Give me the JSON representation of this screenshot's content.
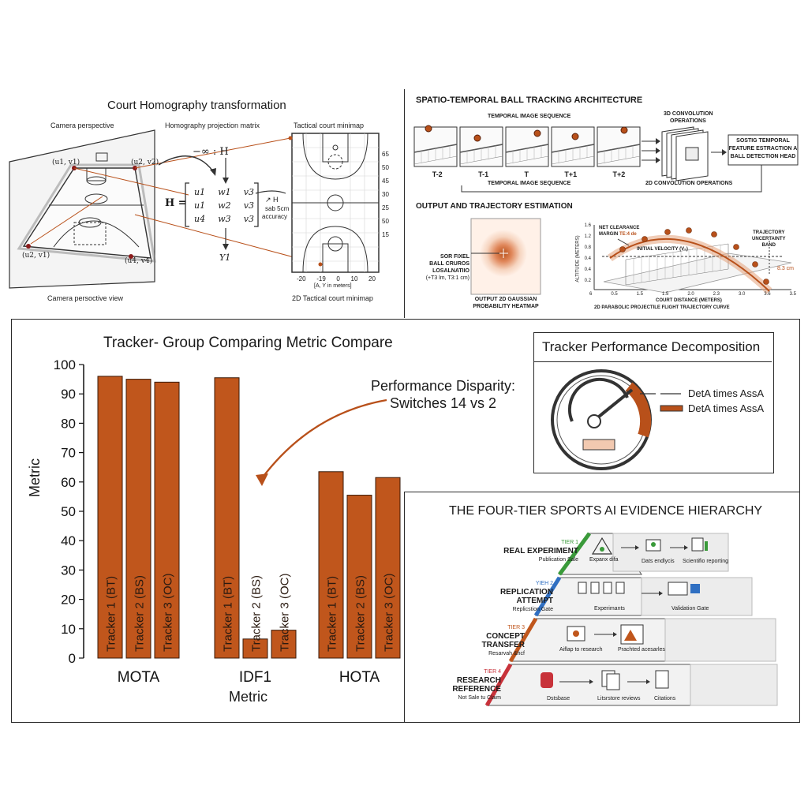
{
  "colors": {
    "accent": "#b8501a",
    "bar": "#c0561c",
    "ink": "#1a1a1a",
    "tier1": "#3a9a3a",
    "tier2": "#2f6fc2",
    "tier3": "#c0561c",
    "tier4": "#c8323a"
  },
  "homography": {
    "title": "Court Homography transformation",
    "camera_label": "Camera perspective",
    "matrix_label": "Homography projection matrix",
    "minimap_label": "Tactical court minimap",
    "pt_tl": "(u1, v1)",
    "pt_tr": "(u2, v2)",
    "pt_bl": "(u2, v1)",
    "pt_br": "(u4, v4)",
    "h_arrow": "−∞ : H",
    "h_eq": "H =",
    "matrix_rows": [
      [
        "u1",
        "w1",
        "v3"
      ],
      [
        "u1",
        "w2",
        "v3"
      ],
      [
        "u4",
        "w3",
        "v3"
      ]
    ],
    "y_label": "Y1",
    "accuracy_h": "↗ H",
    "accuracy_line1": "sab 5cm",
    "accuracy_line2": "accuracy",
    "y_ticks": [
      "65",
      "50",
      "45",
      "30",
      "25",
      "50",
      "15"
    ],
    "x_ticks": [
      "-20",
      "-19",
      "0",
      "10",
      "20"
    ],
    "x_axis_label": "[A, Y in meters]",
    "footer_left": "Camera persoctive view",
    "footer_right": "2D Tactical court minimap"
  },
  "tracking": {
    "title": "SPATIO-TEMPORAL BALL TRACKING ARCHITECTURE",
    "seq_label": "TEMPORAL IMAGE SEQUENCE",
    "frames": [
      "T-2",
      "T-1",
      "T",
      "T+1",
      "T+2"
    ],
    "seq_label_bottom": "TEMPORAL IMAGE SEQUENCE",
    "conv_top": "3D CONVOLUTION",
    "conv_top2": "OPERATIONS",
    "conv_bottom": "2D CONVOLUTION OPERATIONS",
    "head_line1": "SOSTIG TEMPORAL",
    "head_line2": "FEATURE ESTRACTION A",
    "head_line3": "BALL DETECTION HEAD",
    "output_title": "OUTPUT AND TRAJECTORY ESTIMATION",
    "subpixel_line1": "SOR FIXEL",
    "subpixel_line2": "BALL CRUROS",
    "subpixel_line3": "LOSALNATIIO",
    "subpixel_line4": "(+T3 lm, T3:1 cm)",
    "heatmap_line1": "OUTPUT 2D GAUSSIAN",
    "heatmap_line2": "PROBABILITY HEATMAP",
    "net_clearance1": "NET CLEARANCE",
    "net_clearance2": "MARGIN",
    "net_clearance_val": "TE:4 de",
    "velocity_label": "INITIAL VELOCITY (V₀)",
    "uncertainty1": "TRAJECTORY",
    "uncertainty2": "UNCERTAINTY",
    "uncertainty3": "BAND",
    "band_value": "8.3 cm",
    "y_axis": "ALTITUDE (METERS)",
    "y_ticks": [
      "1.6",
      "1.2",
      "0.8",
      "0.4",
      "0.4",
      "0.2"
    ],
    "x_ticks": [
      "6",
      "0.5",
      "1.5",
      "1.5",
      "2.0",
      "2.3",
      "3.0",
      "3.6",
      "3.5"
    ],
    "x_axis": "COURT DISTANCE (METERS)",
    "curve_caption": "2D PARABOLIC PROJECTILE FLIGHT TRAJECTORY CURVE"
  },
  "chart_data": {
    "type": "bar",
    "title": "Tracker- Group Comparing Metric Compare",
    "xlabel": "Metric",
    "ylabel": "Metric",
    "ylim": [
      0,
      100
    ],
    "y_ticks": [
      "100",
      "90",
      "80",
      "70",
      "60",
      "50",
      "40",
      "30",
      "20",
      "10",
      "0"
    ],
    "categories": [
      "MOTA",
      "IDF1",
      "HOTA"
    ],
    "series": [
      {
        "name": "Tracker 1 (BT)",
        "values": [
          96,
          95.5,
          63.5
        ]
      },
      {
        "name": "Tracker 2 (BS)",
        "values": [
          95,
          6.5,
          55.5
        ]
      },
      {
        "name": "Tracker 3 (OC)",
        "values": [
          94,
          9.5,
          61.5
        ]
      }
    ],
    "annotation_line1": "Performance Disparity:",
    "annotation_line2": "Switches 14 vs 2"
  },
  "decomposition": {
    "title": "Tracker Performance Decomposition",
    "legend": [
      "DetA times AssA",
      "DetA times AssA"
    ]
  },
  "hierarchy": {
    "title": "THE FOUR-TIER SPORTS AI EVIDENCE HIERARCHY",
    "tiers": [
      {
        "tag": "TIER 1",
        "name": "REAL EXPERIMENT",
        "sub": "Publication Sale",
        "items": [
          "Expanx difa",
          "Dats endlycis",
          "Scientifio reporting"
        ]
      },
      {
        "tag": "YIEH 2",
        "name": "REPLICATION",
        "name2": "ATTEMPT",
        "sub": "Replicstion Gate",
        "items": [
          "Experimants",
          "Validation Gate"
        ]
      },
      {
        "tag": "TIER 3",
        "name": "CONCEPT",
        "name2": "TRANSFER",
        "sub": "Resarvah &hcf",
        "items": [
          "Aiflap to research",
          "Prachted acesarles"
        ]
      },
      {
        "tag": "TIER 4",
        "name": "RESEARCH",
        "name2": "REFERENCE",
        "sub": "Not Sale tu Claim",
        "items": [
          "Dstsbase",
          "Litsrstore reviews",
          "Citations"
        ]
      }
    ]
  }
}
